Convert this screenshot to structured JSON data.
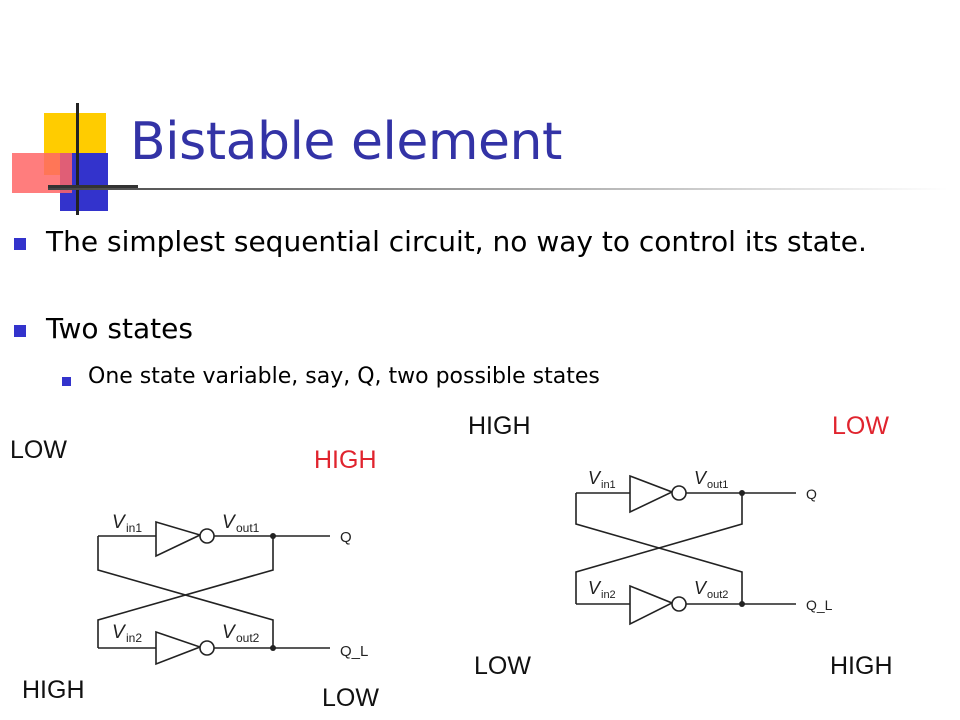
{
  "slide": {
    "title": "Bistable element",
    "bullets": [
      "The simplest sequential circuit, no way to control its state.",
      "Two states"
    ],
    "sub_bullets": [
      "One state variable, say, Q, two possible states"
    ]
  },
  "left_circuit": {
    "labels": {
      "vin1": "LOW",
      "q": "HIGH",
      "vin2": "HIGH",
      "q_l": "LOW"
    }
  },
  "right_circuit": {
    "labels": {
      "vin1": "HIGH",
      "q": "LOW",
      "vin2": "LOW",
      "q_l": "HIGH"
    }
  },
  "circuit_text": {
    "v": "V",
    "in1": "in1",
    "out1": "out1",
    "in2": "in2",
    "out2": "out2",
    "q": "Q",
    "q_l": "Q_L"
  },
  "colors": {
    "title": "#3333a6",
    "bullet": "#3333cc",
    "state_red": "#e0242e"
  }
}
